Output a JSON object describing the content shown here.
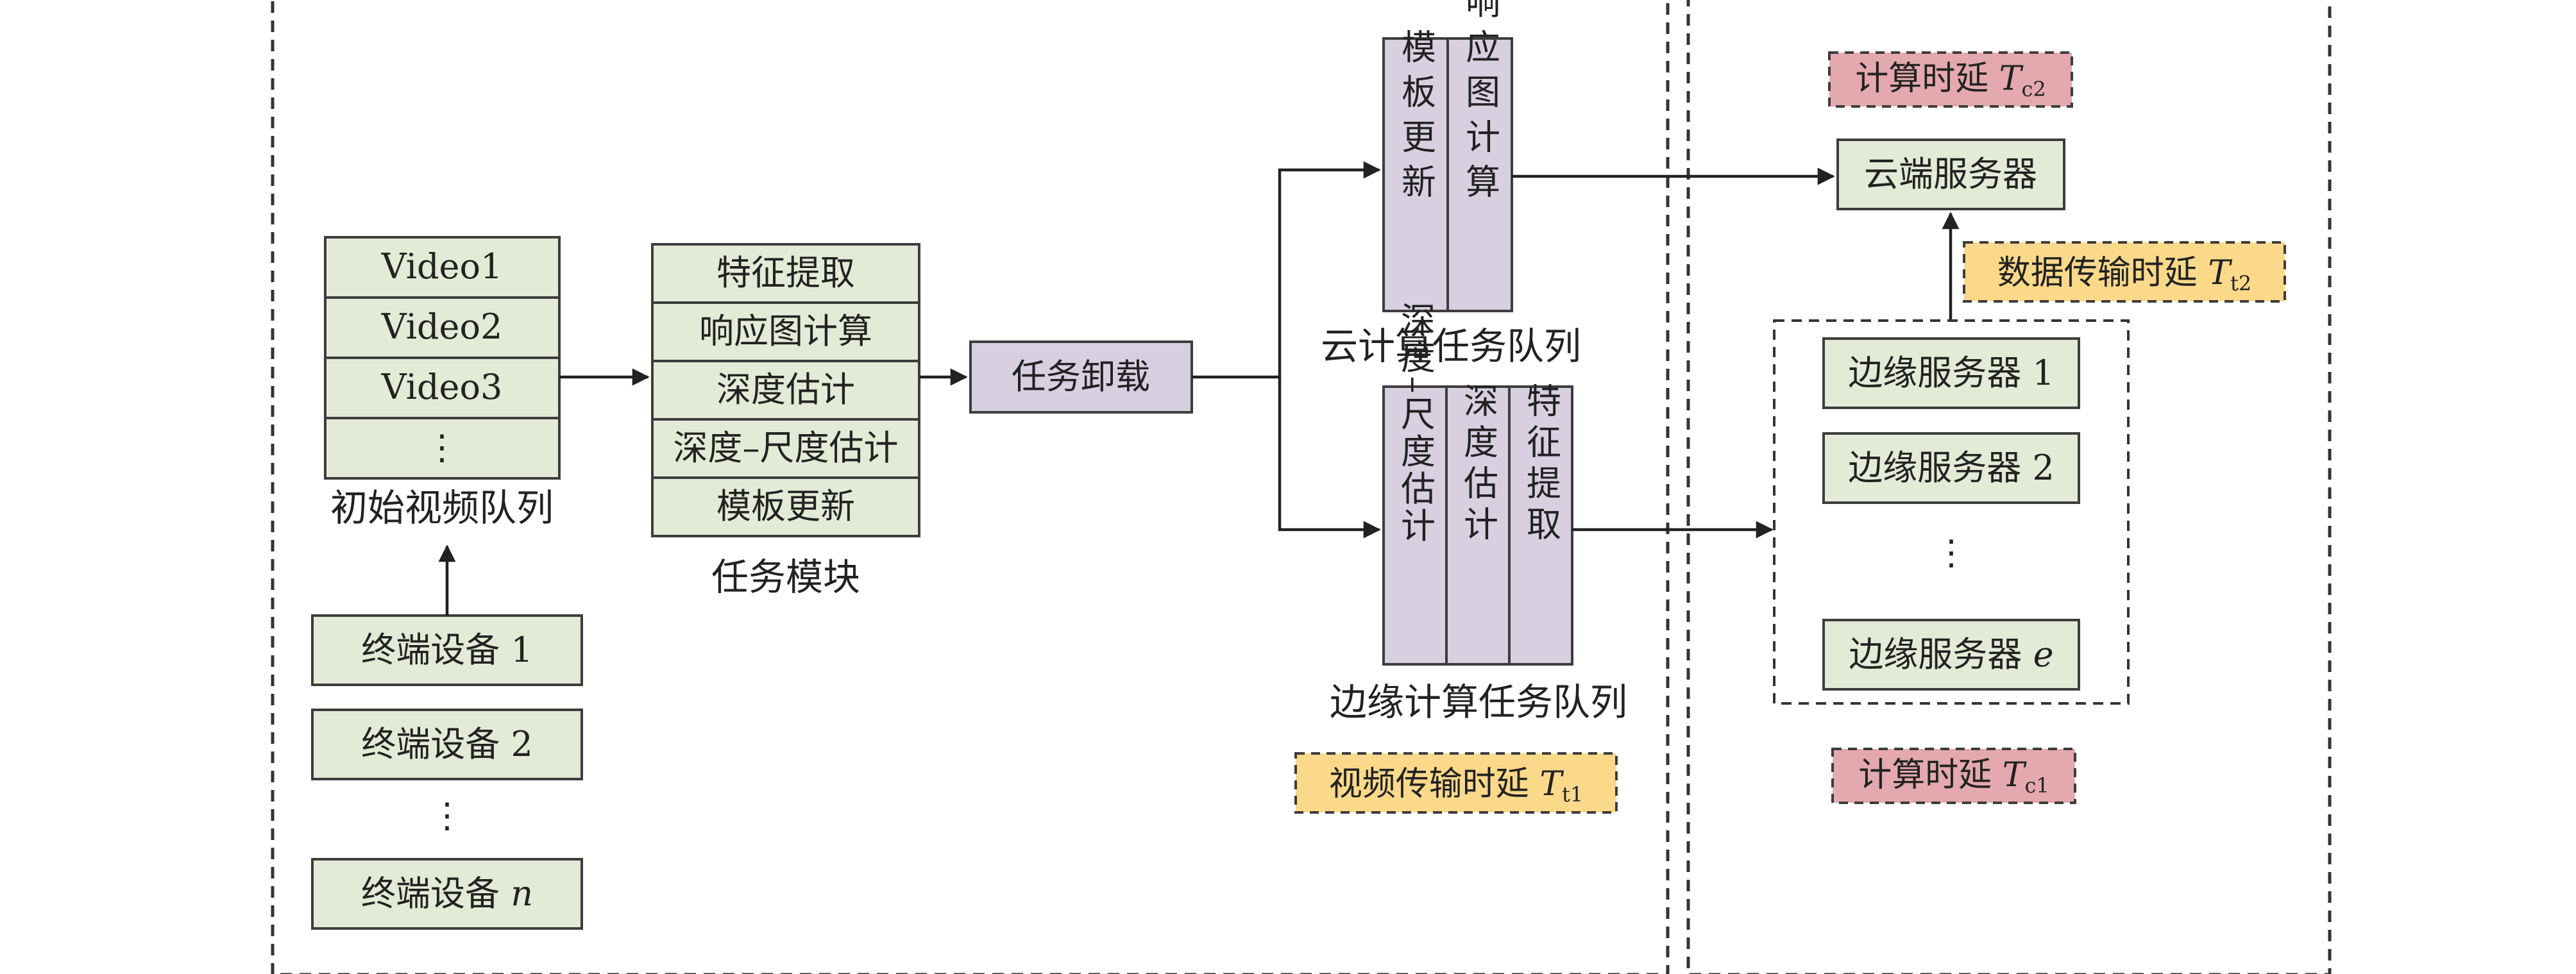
{
  "left_panel": {
    "video_queue": {
      "items": [
        "Video1",
        "Video2",
        "Video3",
        "⋮"
      ],
      "caption": "初始视频队列"
    },
    "terminal_devices": {
      "items": [
        {
          "label": "终端设备",
          "index": "1"
        },
        {
          "label": "终端设备",
          "index": "2"
        },
        {
          "label": "⋮",
          "index": ""
        },
        {
          "label": "终端设备",
          "index": "n"
        }
      ]
    },
    "task_module": {
      "items": [
        "特征提取",
        "响应图计算",
        "深度估计",
        "深度–尺度估计",
        "模板更新"
      ],
      "caption": "任务模块"
    },
    "task_offload": {
      "label": "任务卸载"
    },
    "cloud_queue": {
      "columns": [
        "模板更新",
        "响应图计算"
      ],
      "caption": "云计算任务队列"
    },
    "edge_queue": {
      "columns": [
        "深度–尺度估计",
        "深度估计",
        "特征提取"
      ],
      "caption": "边缘计算任务队列"
    },
    "video_transmission_delay": {
      "label": "视频传输时延",
      "symbol": "T",
      "subscript": "t1"
    }
  },
  "right_panel": {
    "cloud_compute_delay": {
      "label": "计算时延",
      "symbol": "T",
      "subscript": "c2"
    },
    "cloud_server": {
      "label": "云端服务器"
    },
    "data_transmission_delay": {
      "label": "数据传输时延",
      "symbol": "T",
      "subscript": "t2"
    },
    "edge_servers": {
      "items": [
        {
          "label": "边缘服务器",
          "index": "1"
        },
        {
          "label": "边缘服务器",
          "index": "2"
        },
        {
          "label": "⋮",
          "index": ""
        },
        {
          "label": "边缘服务器",
          "index": "e"
        }
      ]
    },
    "edge_compute_delay": {
      "label": "计算时延",
      "symbol": "T",
      "subscript": "c1"
    }
  },
  "colors": {
    "box_green": "#e3ead6",
    "box_purple": "#d8cfe1",
    "tag_pink": "#e3a9ae",
    "tag_yellow": "#fbd98a"
  }
}
